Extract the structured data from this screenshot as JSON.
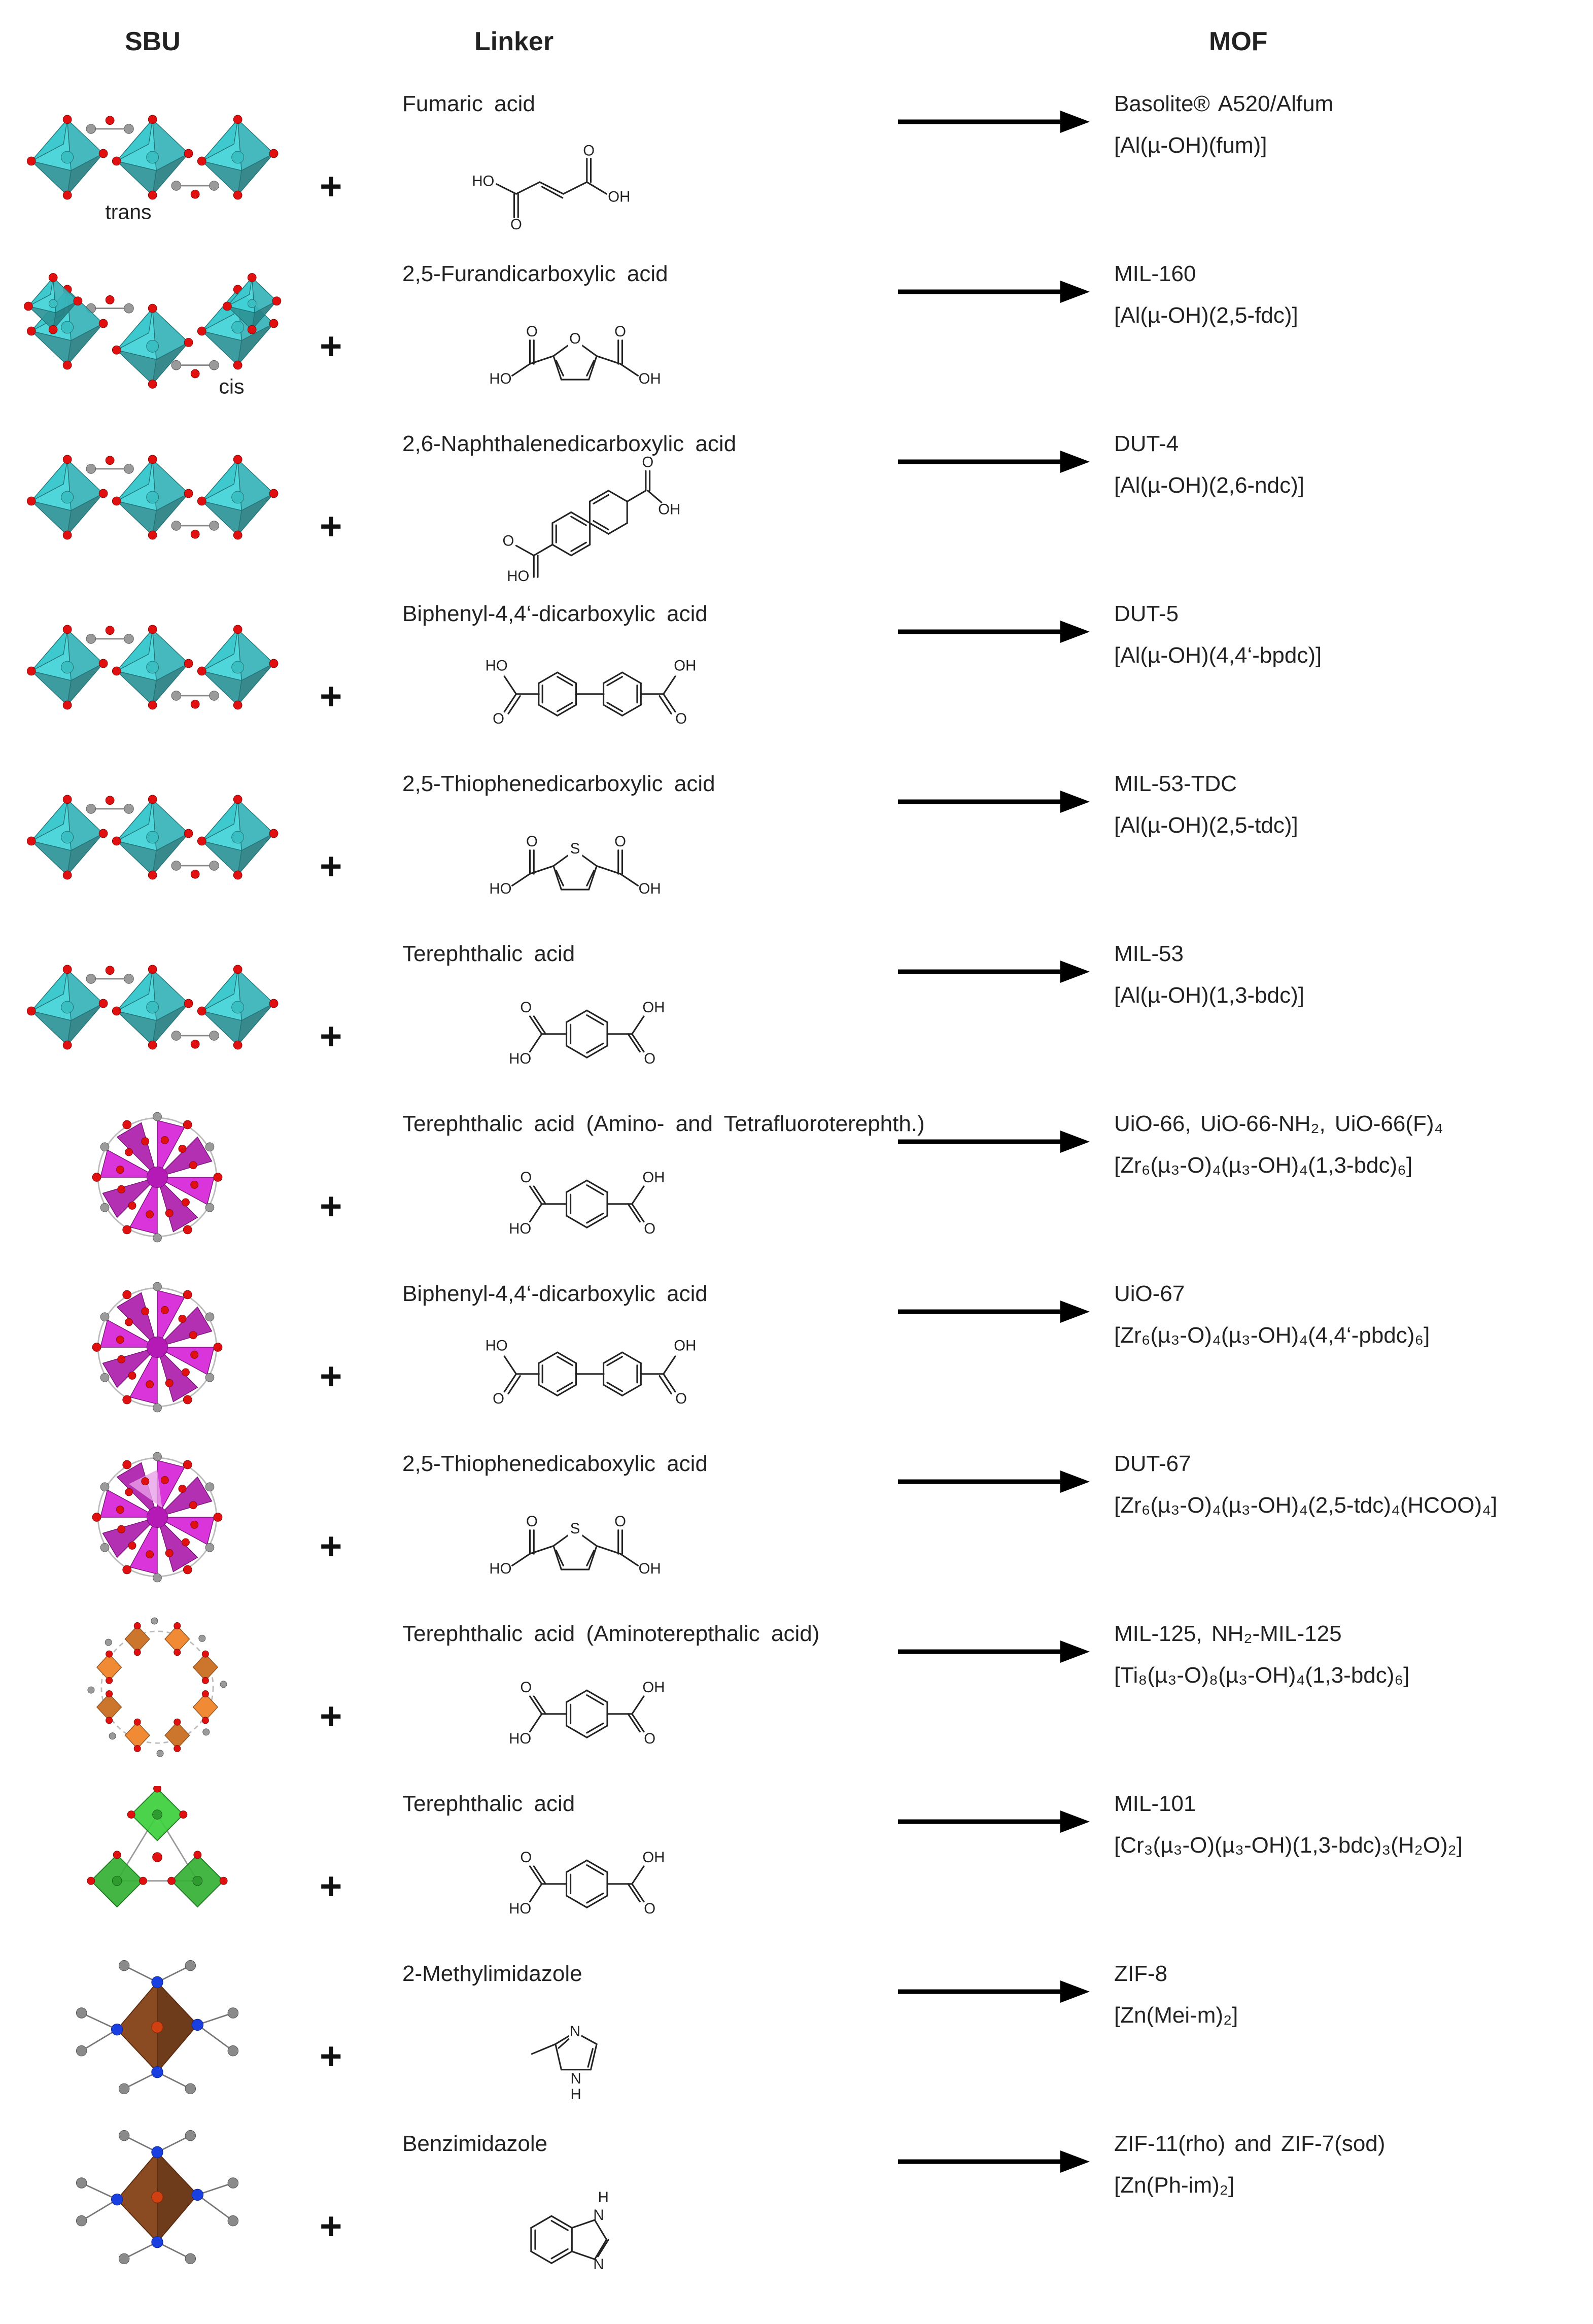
{
  "headers": {
    "sbu": "SBU",
    "linker": "Linker",
    "mof": "MOF"
  },
  "plus_symbol": "+",
  "rows": [
    {
      "linker": "Fumaric acid",
      "mof_name": "Basolite® A520/Alfum",
      "mof_formula": "[Al(µ-OH)(fum)]",
      "sbu_label": "trans",
      "sbu_color": "#3fd3d8",
      "molecule_labels": [
        "HO",
        "O",
        "O",
        "OH"
      ]
    },
    {
      "linker": "2,5-Furandicarboxylic acid",
      "mof_name": "MIL-160",
      "mof_formula": "[Al(µ-OH)(2,5-fdc)]",
      "sbu_label": "cis",
      "sbu_color": "#3fd3d8",
      "molecule_labels": [
        "O",
        "O",
        "O",
        "HO",
        "OH"
      ]
    },
    {
      "linker": "2,6-Naphthalenedicarboxylic acid",
      "mof_name": "DUT-4",
      "mof_formula": "[Al(µ-OH)(2,6-ndc)]",
      "sbu_color": "#3fd3d8",
      "molecule_labels": [
        "O",
        "O",
        "HO",
        "OH"
      ]
    },
    {
      "linker": "Biphenyl-4,4‘-dicarboxylic acid",
      "mof_name": "DUT-5",
      "mof_formula": "[Al(µ-OH)(4,4‘-bpdc)]",
      "sbu_color": "#3fd3d8",
      "molecule_labels": [
        "HO",
        "O",
        "OH",
        "O"
      ]
    },
    {
      "linker": "2,5-Thiophenedicarboxylic acid",
      "mof_name": "MIL-53-TDC",
      "mof_formula": "[Al(µ-OH)(2,5-tdc)]",
      "sbu_color": "#3fd3d8",
      "molecule_labels": [
        "O",
        "S",
        "O",
        "HO",
        "OH"
      ]
    },
    {
      "linker": "Terephthalic acid",
      "mof_name": "MIL-53",
      "mof_formula": "[Al(µ-OH)(1,3-bdc)]",
      "sbu_color": "#3fd3d8",
      "molecule_labels": [
        "O",
        "OH",
        "HO",
        "O"
      ]
    },
    {
      "linker": "Terephthalic acid (Amino- and Tetrafluoroterephth.)",
      "mof_name": "UiO-66, UiO-66-NH₂, UiO-66(F)₄",
      "mof_formula": "[Zr₆(µ₃-O)₄(µ₃-OH)₄(1,3-bdc)₆]",
      "sbu_color": "#d61fd6",
      "molecule_labels": [
        "O",
        "OH",
        "HO",
        "O"
      ]
    },
    {
      "linker": "Biphenyl-4,4‘-dicarboxylic acid",
      "mof_name": "UiO-67",
      "mof_formula": "[Zr₆(µ₃-O)₄(µ₃-OH)₄(4,4‘-pbdc)₆]",
      "sbu_color": "#d61fd6",
      "molecule_labels": [
        "HO",
        "O",
        "OH",
        "O"
      ]
    },
    {
      "linker": "2,5-Thiophenedicaboxylic acid",
      "mof_name": "DUT-67",
      "mof_formula": "[Zr₆(µ₃-O)₄(µ₃-OH)₄(2,5-tdc)₄(HCOO)₄]",
      "sbu_color": "#d61fd6",
      "molecule_labels": [
        "O",
        "S",
        "O",
        "HO",
        "OH"
      ]
    },
    {
      "linker": "Terephthalic acid (Aminoterepthalic acid)",
      "mof_name": "MIL-125, NH₂-MIL-125",
      "mof_formula": "[Ti₈(µ₃-O)₈(µ₃-OH)₄(1,3-bdc)₆]",
      "sbu_color": "#f08a35",
      "molecule_labels": [
        "O",
        "OH",
        "HO",
        "O"
      ]
    },
    {
      "linker": "Terephthalic acid",
      "mof_name": "MIL-101",
      "mof_formula": "[Cr₃(µ₃-O)(µ₃-OH)(1,3-bdc)₃(H₂O)₂]",
      "sbu_color": "#3ccf3c",
      "molecule_labels": [
        "O",
        "OH",
        "HO",
        "O"
      ]
    },
    {
      "linker": "2-Methylimidazole",
      "mof_name": "ZIF-8",
      "mof_formula": "[Zn(Mei-m)₂]",
      "sbu_color": "#8a4a22",
      "molecule_labels": [
        "N",
        "N",
        "H"
      ]
    },
    {
      "linker": "Benzimidazole",
      "mof_name": "ZIF-11(rho) and ZIF-7(sod)",
      "mof_formula": "[Zn(Ph-im)₂]",
      "sbu_color": "#8a4a22",
      "molecule_labels": [
        "H",
        "N",
        "N"
      ]
    }
  ]
}
